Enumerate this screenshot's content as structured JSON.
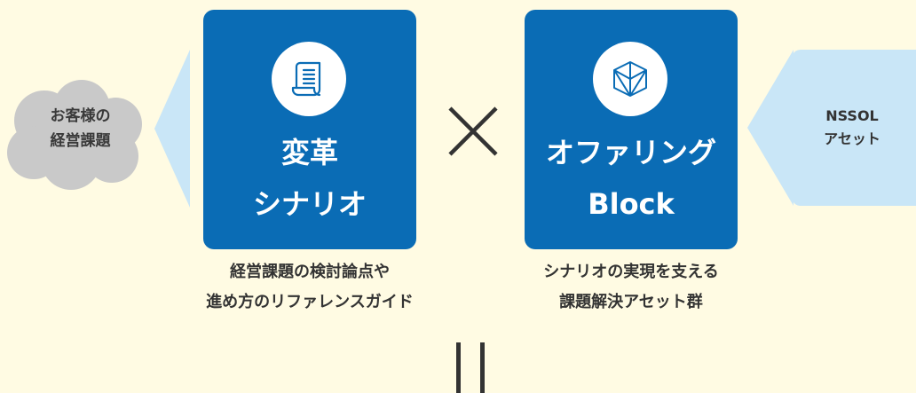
{
  "customer": {
    "line1": "お客様の",
    "line2": "経営課題"
  },
  "left_card": {
    "title_line1": "変革",
    "title_line2": "シナリオ",
    "icon": "scroll-document-icon",
    "caption_line1": "経営課題の検討論点や",
    "caption_line2": "進め方のリファレンスガイド"
  },
  "operator": "×",
  "right_card": {
    "title_line1": "オファリング",
    "title_line2": "Block",
    "icon": "cube-icon",
    "caption_line1": "シナリオの実現を支える",
    "caption_line2": "課題解決アセット群"
  },
  "asset": {
    "line1": "NSSOL",
    "line2": "アセット"
  },
  "equals_icon": "equals-icon",
  "colors": {
    "background": "#FFFBE3",
    "card_blue": "#0A6CB5",
    "arrow_light_blue": "#C9E6F7",
    "cloud_gray": "#C9C9C9"
  }
}
